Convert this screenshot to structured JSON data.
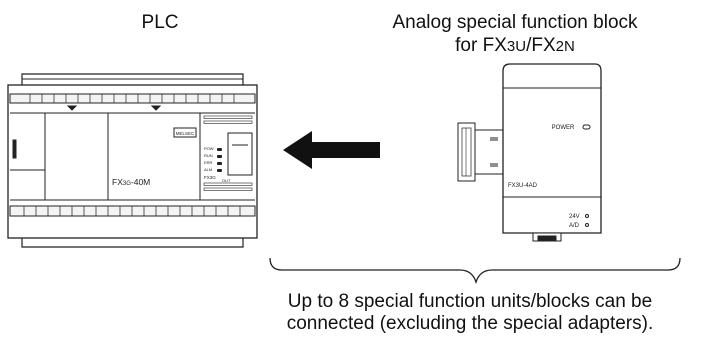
{
  "labels": {
    "plc_title": "PLC",
    "block_title_line1": "Analog special function block",
    "block_title_line2_prefix": "for FX",
    "block_title_line2_sub1": "3U",
    "block_title_line2_mid": "/FX",
    "block_title_line2_sub2": "2N",
    "caption_line1": "Up to 8 special function units/blocks can be",
    "caption_line2": "connected (excluding the special adapters)."
  },
  "plc": {
    "model_prefix": "FX",
    "model_sub": "3G",
    "model_suffix": "-40M",
    "brand": "MELSEC",
    "leds": [
      "POW",
      "RUN",
      "ERR",
      "ALM"
    ],
    "side_label": "FX3G",
    "out_label": "OUT"
  },
  "block": {
    "model": "FX3U-4AD",
    "power_label": "POWER",
    "v24_label": "24V",
    "ad_label": "A/D"
  },
  "icons": [
    "arrow-left-icon",
    "brace-icon"
  ]
}
